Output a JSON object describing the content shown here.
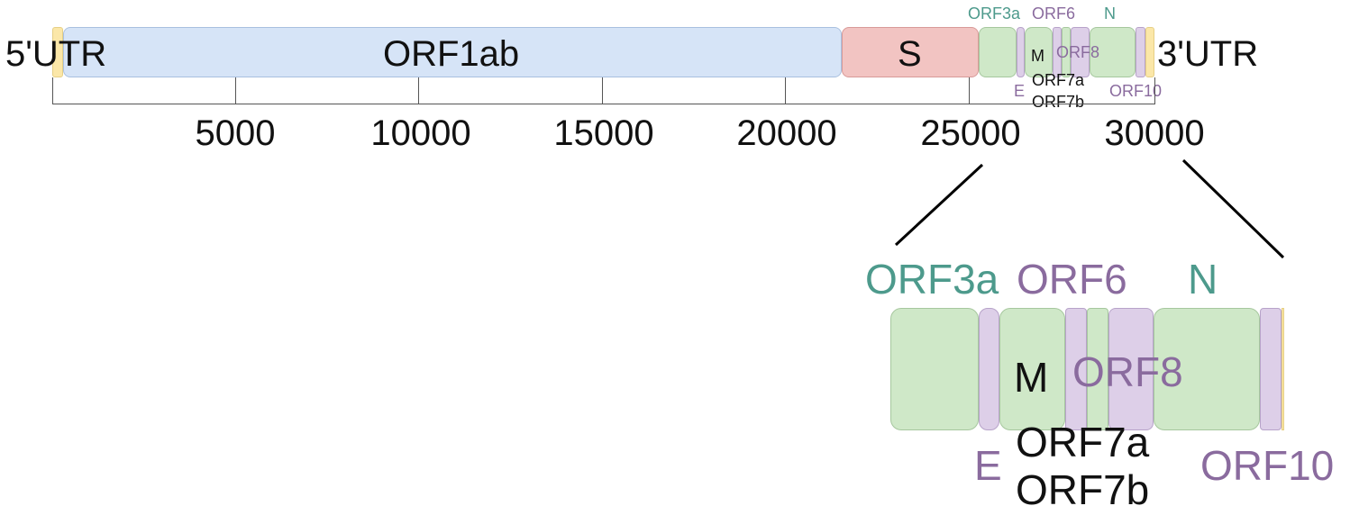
{
  "genome": {
    "five_utr": "5'UTR",
    "three_utr": "3'UTR",
    "orf1ab": "ORF1ab",
    "s": "S",
    "orf3a": "ORF3a",
    "orf6": "ORF6",
    "n": "N",
    "m": "M",
    "orf8": "ORF8",
    "e": "E",
    "orf7a": "ORF7a",
    "orf7b": "ORF7b",
    "orf10": "ORF10"
  },
  "axis": {
    "ticks": [
      "5000",
      "10000",
      "15000",
      "20000",
      "25000",
      "30000"
    ]
  },
  "zoom": {
    "orf3a": "ORF3a",
    "orf6": "ORF6",
    "n": "N",
    "m": "M",
    "orf8": "ORF8",
    "e": "E",
    "orf7a": "ORF7a",
    "orf7b": "ORF7b",
    "orf10": "ORF10"
  },
  "colors": {
    "utr": "#fbe7a8",
    "orf1ab": "#d6e4f7",
    "s": "#f2c4c2",
    "structural_green": "#cfe8c8",
    "accessory_purple": "#ddcfe8",
    "teal_text": "#4d9a8c",
    "purple_text": "#8a6b9e"
  }
}
